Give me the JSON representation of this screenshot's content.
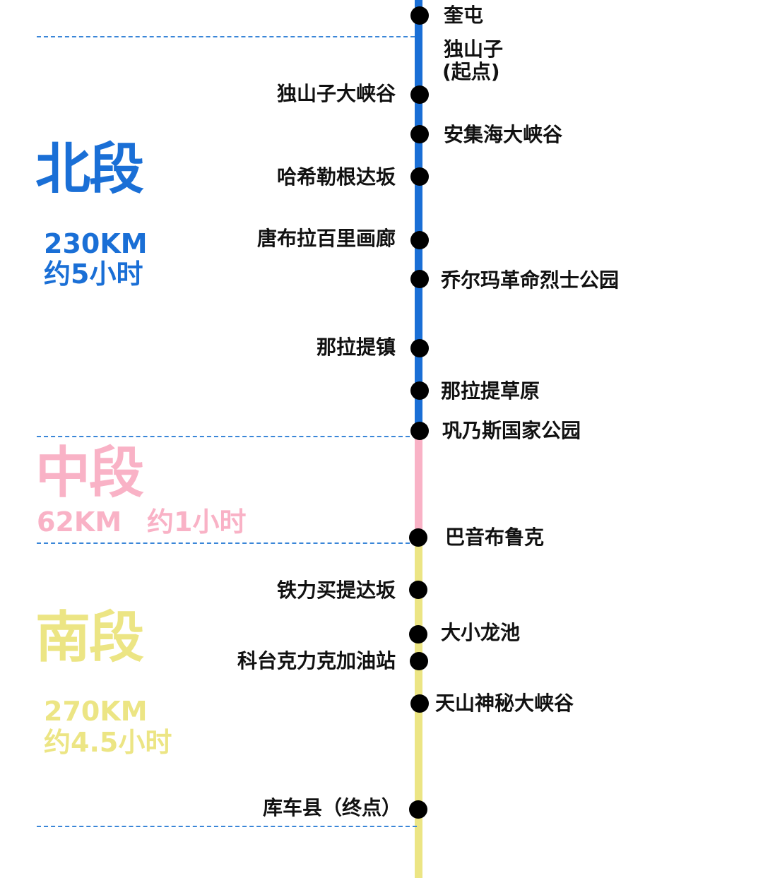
{
  "colors": {
    "north": "#1a6fd6",
    "middle": "#f9b2c6",
    "south": "#ece584",
    "divider": "#3a86d8",
    "stop": "#000000"
  },
  "segments": {
    "north": {
      "title": "北段",
      "distance": "230KM",
      "duration": "约5小时"
    },
    "middle": {
      "title": "中段",
      "distance": "62KM",
      "duration": "约1小时"
    },
    "south": {
      "title": "南段",
      "distance": "270KM",
      "duration": "约4.5小时"
    }
  },
  "stops": {
    "kuitun": "奎屯",
    "dushanzi_line1": "独山子",
    "dushanzi_line2": "(起点)",
    "dushanzi_canyon": "独山子大峡谷",
    "anjihai_canyon": "安集海大峡谷",
    "haxilegen_pass": "哈希勒根达坂",
    "tangbula_gallery": "唐布拉百里画廊",
    "qiaoerma_park": "乔尔玛革命烈士公园",
    "nalati_town": "那拉提镇",
    "nalati_grassland": "那拉提草原",
    "gongnaisi_park": "巩乃斯国家公园",
    "bayanbulak": "巴音布鲁克",
    "tielimaiti_pass": "铁力买提达坂",
    "daxiao_longchi": "大小龙池",
    "ketaike_station": "科台克力克加油站",
    "tianshan_canyon": "天山神秘大峡谷",
    "kuche_end": "库车县（终点）"
  }
}
